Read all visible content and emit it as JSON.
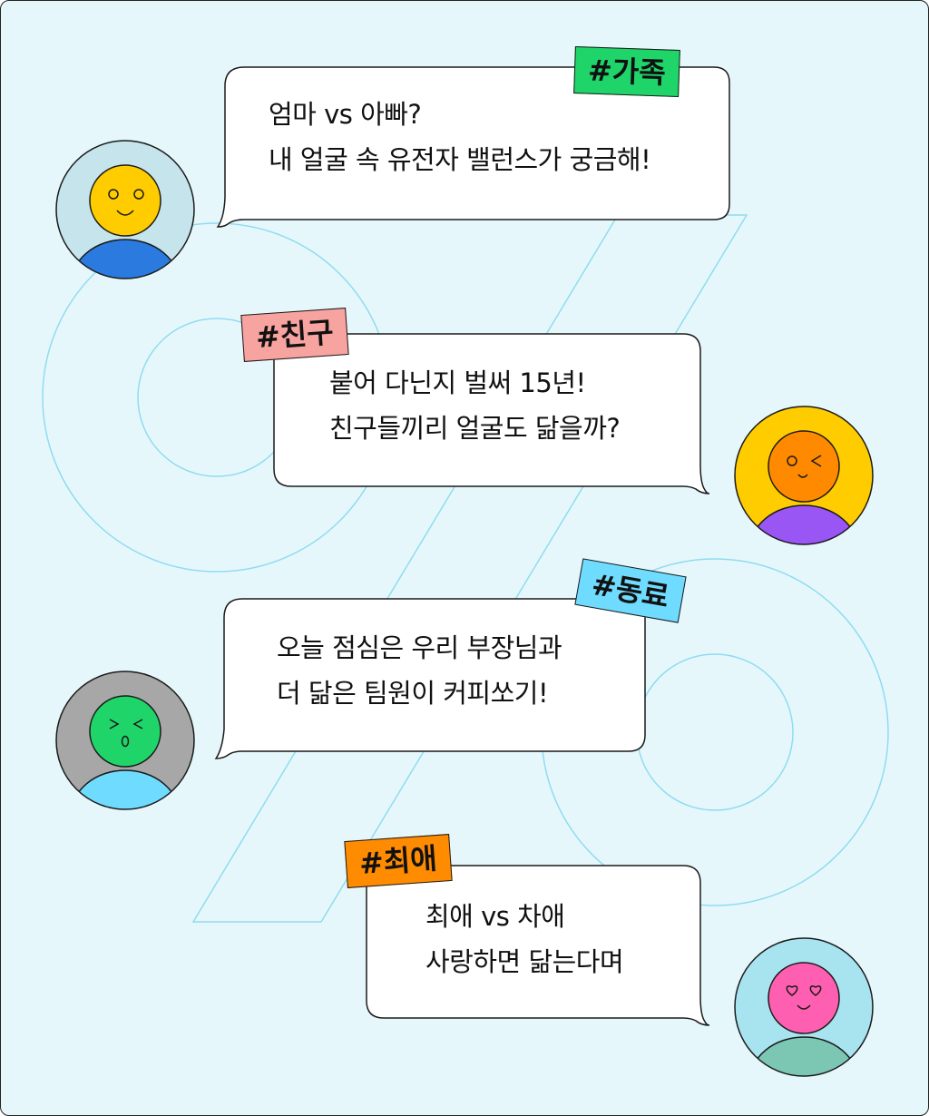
{
  "colors": {
    "background": "#e6f7fc",
    "decor_line": "#8fdcef",
    "tag_family": "#1fd56a",
    "tag_friend": "#f7a3a0",
    "tag_coworker": "#6fdcff",
    "tag_idol": "#ff8c00"
  },
  "cards": [
    {
      "tag": "#가족",
      "lines": [
        "엄마 vs 아빠?",
        "내 얼굴 속 유전자 밸런스가 궁금해!"
      ],
      "avatar": {
        "face_icon": "smile-face-icon",
        "bg": "#c6e4ec",
        "face": "#ffcc00",
        "body": "#2b7ae0"
      }
    },
    {
      "tag": "#친구",
      "lines": [
        "붙어 다닌지 벌써 15년!",
        "친구들끼리 얼굴도 닮을까?"
      ],
      "avatar": {
        "face_icon": "wink-face-icon",
        "bg": "#ffcc00",
        "face": "#ff8a00",
        "body": "#9a55f5"
      }
    },
    {
      "tag": "#동료",
      "lines": [
        "오늘 점심은 우리 부장님과",
        "더 닮은 팀원이 커피쏘기!"
      ],
      "avatar": {
        "face_icon": "surprised-face-icon",
        "bg": "#a7a7a7",
        "face": "#1fd56a",
        "body": "#6fdcff"
      }
    },
    {
      "tag": "#최애",
      "lines": [
        "최애 vs 차애",
        "사랑하면 닮는다며"
      ],
      "avatar": {
        "face_icon": "heart-eyes-face-icon",
        "bg": "#a8e3f0",
        "face": "#ff5fb0",
        "body": "#7cc7b4"
      }
    }
  ]
}
